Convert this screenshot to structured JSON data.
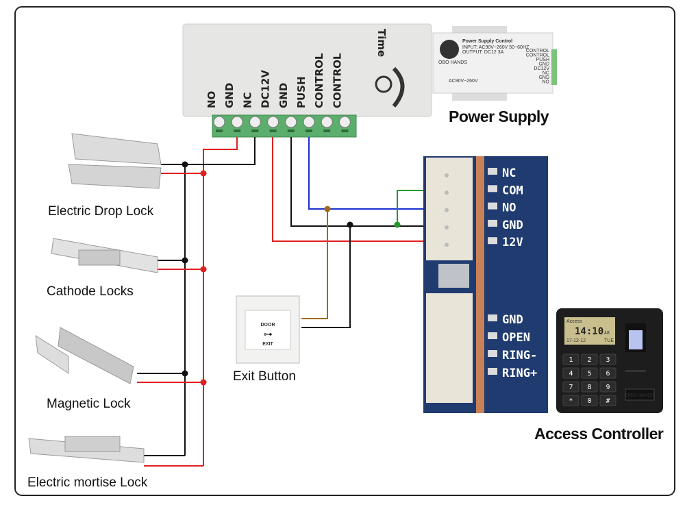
{
  "power_supply_unit": {
    "brand": "Time",
    "terminals": [
      "NO",
      "GND",
      "NC",
      "DC12V",
      "GND",
      "PUSH",
      "CONTROL",
      "CONTROL"
    ]
  },
  "power_supply_photo": {
    "title": "Power Supply Control",
    "input": "INPUT: AC90V~260V 50~60HZ",
    "output": "OUTPUT: DC12 3A",
    "brand": "OBO HANDS",
    "voltage": "AC90V~260V",
    "terminals": [
      "CONTROL",
      "CONTROL",
      "PUSH",
      "GND",
      "DC12V",
      "NC",
      "GND",
      "NO"
    ],
    "label": "Power Supply"
  },
  "locks": [
    {
      "label": "Electric Drop Lock"
    },
    {
      "label": "Cathode Locks"
    },
    {
      "label": "Magnetic Lock"
    },
    {
      "label": "Electric mortise Lock"
    }
  ],
  "exit_button": {
    "line1": "DOOR",
    "line2": "EXIT",
    "label": "Exit Button"
  },
  "controller_board": {
    "top_pins": [
      "NC",
      "COM",
      "NO",
      "GND",
      "12V"
    ],
    "bottom_pins": [
      "GND",
      "OPEN",
      "RING-",
      "RING+"
    ]
  },
  "access_controller": {
    "screen_title": "Access",
    "time": "14:10",
    "seconds": "48",
    "date": "17-12-12",
    "day": "TUE",
    "keys": [
      "1",
      "2",
      "3",
      "4",
      "5",
      "6",
      "7",
      "8",
      "9",
      "*",
      "0",
      "#"
    ],
    "brand": "OBO HANDS",
    "label": "Access Controller"
  },
  "wire_colors": {
    "positive": "#e02020",
    "ground": "#111111",
    "push": "#1a2fd0",
    "exit": "#a06a1c",
    "com": "#1f9a2a"
  }
}
